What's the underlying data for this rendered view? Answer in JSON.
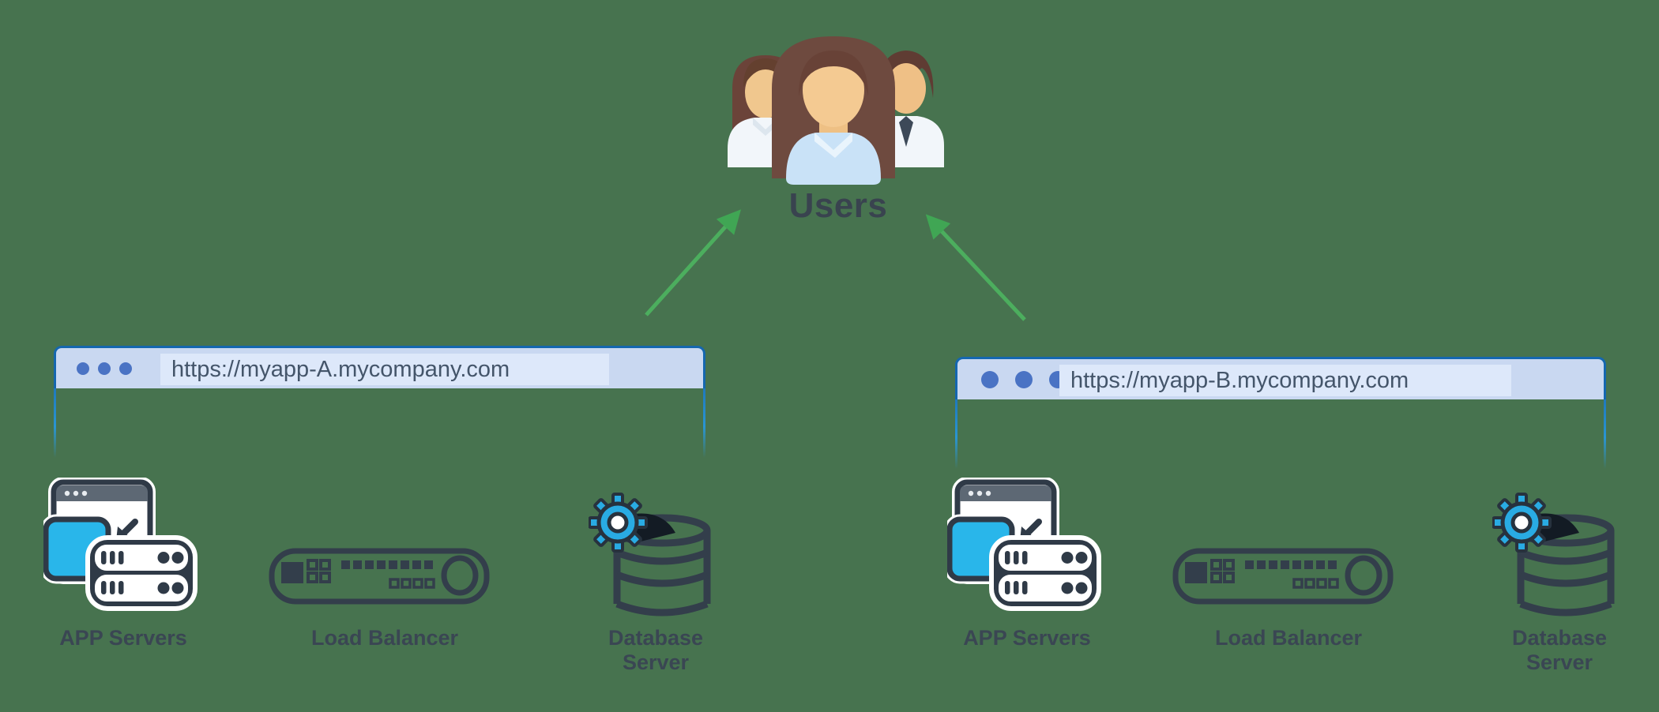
{
  "diagram": {
    "users_label": "Users"
  },
  "browser_windows": [
    {
      "name": "window-a",
      "url": "https://myapp-A.mycompany.com"
    },
    {
      "name": "window-b",
      "url": "https://myapp-B.mycompany.com"
    }
  ],
  "stacks": [
    {
      "side": "left",
      "items": [
        {
          "icon": "app-servers-icon",
          "label": "APP Servers"
        },
        {
          "icon": "load-balancer-icon",
          "label": "Load Balancer"
        },
        {
          "icon": "database-server-icon",
          "label": "Database Server"
        }
      ]
    },
    {
      "side": "right",
      "items": [
        {
          "icon": "app-servers-icon",
          "label": "APP Servers"
        },
        {
          "icon": "load-balancer-icon",
          "label": "Load Balancer"
        },
        {
          "icon": "database-server-icon",
          "label": "Database Server"
        }
      ]
    }
  ],
  "colors": {
    "background": "#47734f",
    "arrow_green": "#4cae5e",
    "icon_outline": "#2f3a47",
    "icon_cyan": "#29b4e8",
    "browser_border": "#1567af",
    "browser_titlebar": "#c9d8f1",
    "browser_url_field": "#dde8fa",
    "browser_dots": "#4a73c4",
    "label_text": "#3a4653"
  }
}
